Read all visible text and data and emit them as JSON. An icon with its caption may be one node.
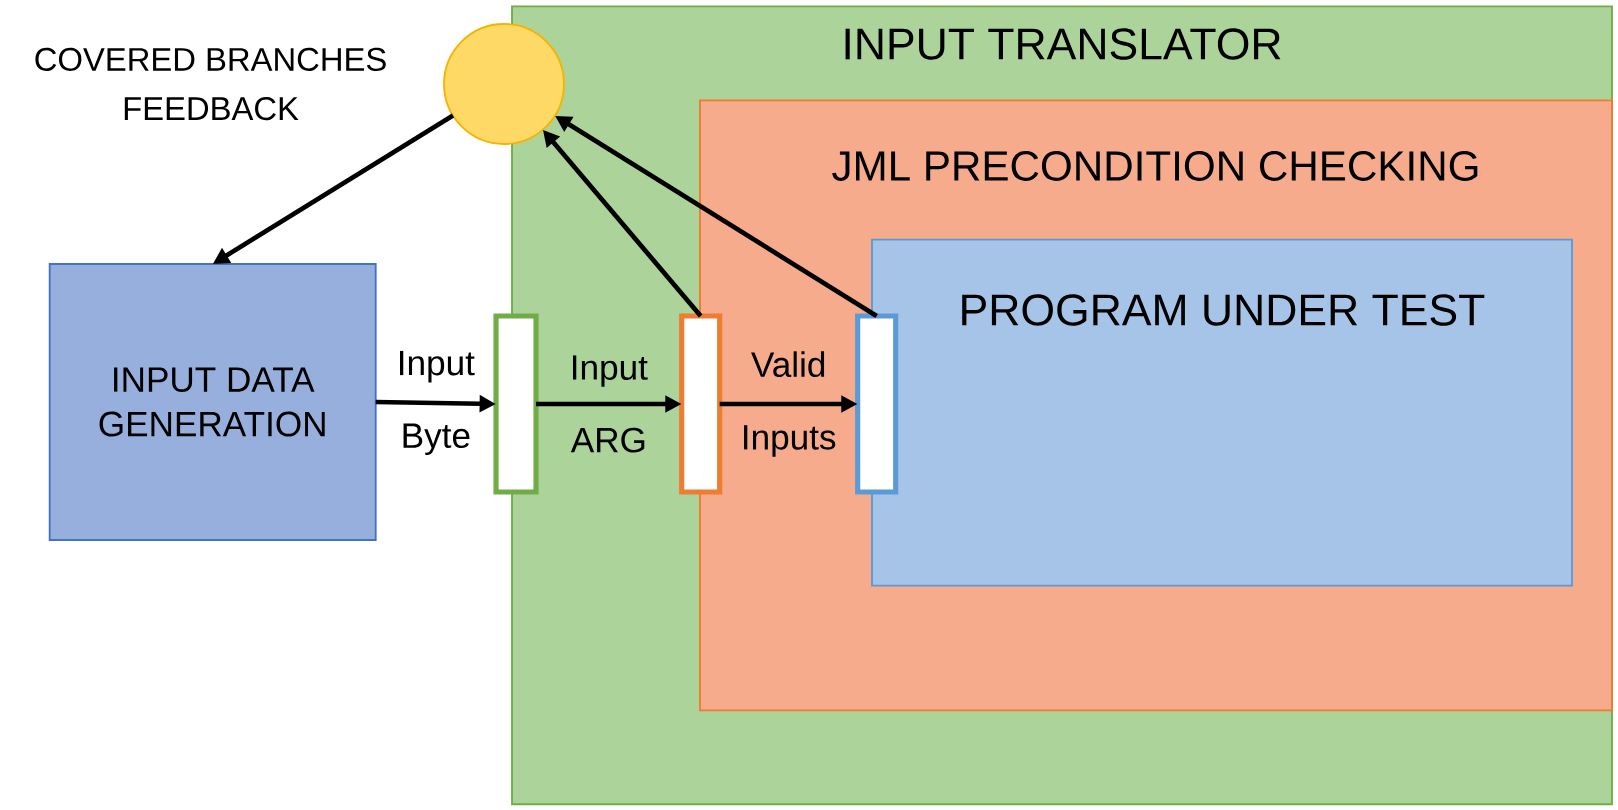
{
  "diagram": {
    "nodes": [
      {
        "text": [],
        "shape": "circle",
        "beside": [
          "COVERED BRANCHES FEEDBACK"
        ]
      },
      {
        "text": [
          "INPUT DATA GENERATION"
        ]
      },
      {
        "text": [
          "INPUT TRANSLATOR"
        ]
      },
      {
        "text": [
          "JML PRECONDITION CHECKING"
        ],
        "in": 2
      },
      {
        "text": [
          "PROGRAM UNDER TEST"
        ],
        "in": 3
      },
      {
        "text": [],
        "shape": "bar"
      },
      {
        "text": [],
        "shape": "bar",
        "in": 2
      },
      {
        "text": [],
        "shape": "bar",
        "in": 3
      }
    ],
    "edges": [
      {
        "from": 0,
        "to": 1,
        "arrow": "to"
      },
      {
        "from": 1,
        "to": 5,
        "arrow": "to",
        "label": "Input Byte"
      },
      {
        "from": 5,
        "to": 6,
        "arrow": "to",
        "label": "Input ARG"
      },
      {
        "from": 6,
        "to": 7,
        "arrow": "to",
        "label": "Valid Inputs"
      },
      {
        "from": 6,
        "to": 0,
        "arrow": "to"
      },
      {
        "from": 7,
        "to": 0,
        "arrow": "to"
      }
    ]
  }
}
